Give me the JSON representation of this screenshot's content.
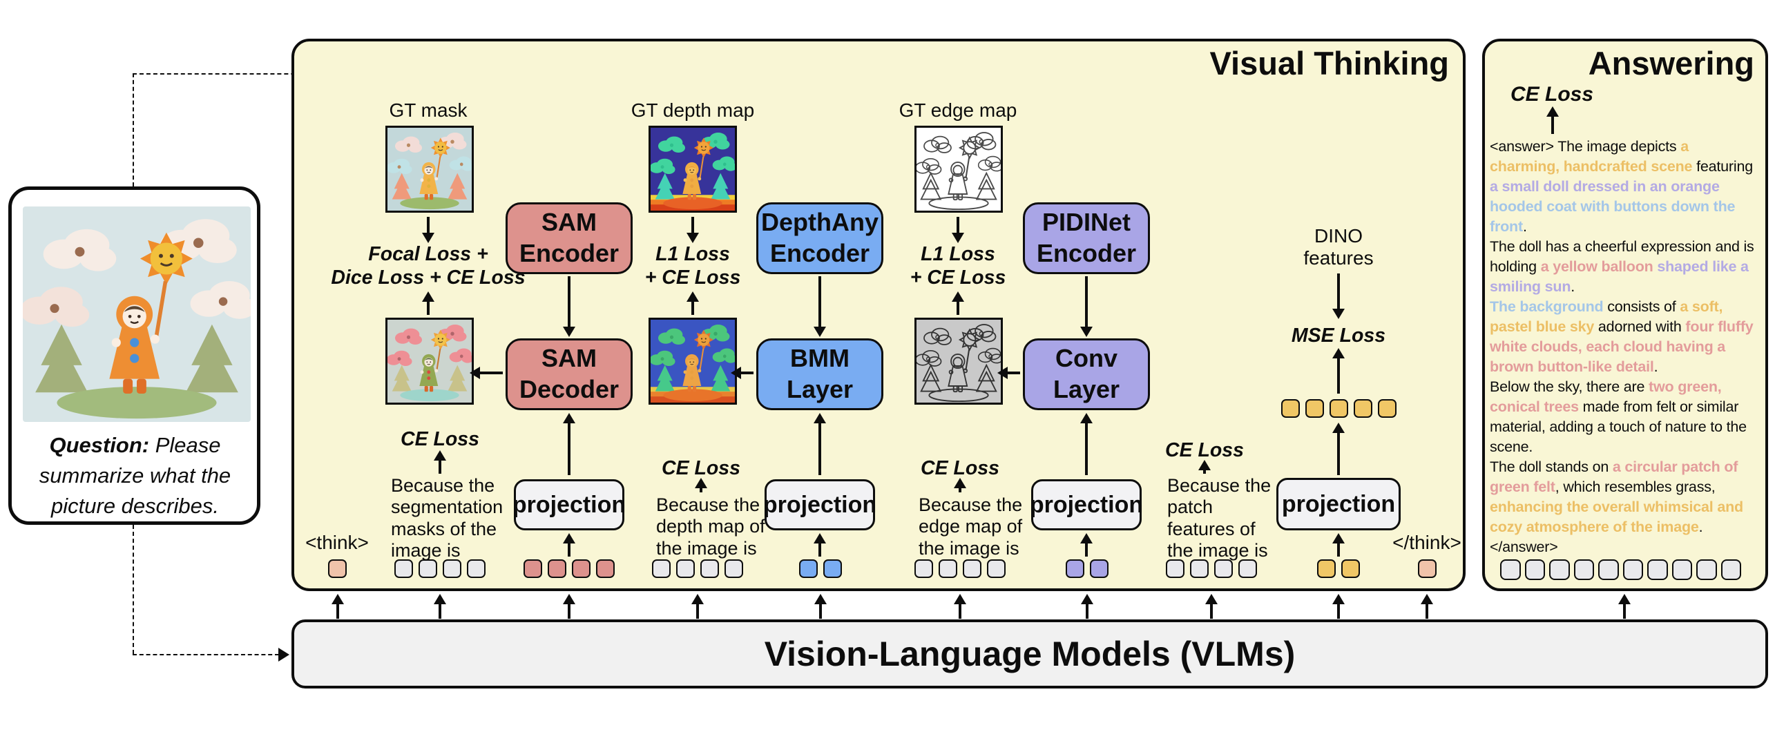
{
  "palette": {
    "panel_bg": "#f9f6d5",
    "vlm_bg": "#f1f1f1",
    "proj_bg": "#f2f2f4",
    "seg": "#dd928d",
    "depth": "#79acf2",
    "edge": "#a9a5e6",
    "dino": "#f0c766",
    "tok_gray": "#e9e9ec",
    "tok_think": "#f0c3aa",
    "hl_orange": "#ecbf65",
    "hl_lavender": "#b3aae4",
    "hl_blue": "#a4c6e8",
    "hl_pink": "#e39c9b"
  },
  "left_panel": {
    "question_label": "Question:",
    "question_rest": " Please summarize what the picture describes."
  },
  "visual_thinking": {
    "title": "Visual Thinking",
    "think_open": "<think>",
    "think_close": "</think>",
    "seg": {
      "gt_label": "GT mask",
      "gt_loss_lines": [
        "Focal Loss +",
        "Dice Loss + CE Loss"
      ],
      "encoder_lines": [
        "SAM",
        "Encoder"
      ],
      "decoder_lines": [
        "SAM",
        "Decoder"
      ],
      "projection": "projection",
      "ce": "CE Loss",
      "because_lines": [
        "Because the",
        "segmentation",
        "masks of the",
        "image is"
      ]
    },
    "depth": {
      "gt_label": "GT depth map",
      "gt_loss_lines": [
        "L1 Loss",
        "+ CE Loss"
      ],
      "encoder_lines": [
        "DepthAny",
        "Encoder"
      ],
      "decoder_lines": [
        "BMM",
        "Layer"
      ],
      "projection": "projection",
      "ce": "CE Loss",
      "because_lines": [
        "Because the",
        "depth map of",
        "the image is"
      ]
    },
    "edge": {
      "gt_label": "GT edge map",
      "gt_loss_lines": [
        "L1 Loss",
        "+ CE Loss"
      ],
      "encoder_lines": [
        "PIDINet",
        "Encoder"
      ],
      "decoder_lines": [
        "Conv",
        "Layer"
      ],
      "projection": "projection",
      "ce": "CE Loss",
      "because_lines": [
        "Because the",
        "edge map of",
        "the image is"
      ]
    },
    "patch": {
      "ce": "CE Loss",
      "because_lines": [
        "Because the",
        "patch",
        "features of",
        "the image is"
      ]
    },
    "dino": {
      "features_lines": [
        "DINO",
        "features"
      ],
      "mse": "MSE Loss",
      "projection": "projection"
    }
  },
  "answering": {
    "title": "Answering",
    "ce": "CE Loss",
    "paragraphs": [
      [
        {
          "t": "<answer> The image depicts ",
          "c": "k"
        },
        {
          "t": "a charming, handcrafted scene",
          "c": "o"
        },
        {
          "t": " featuring ",
          "c": "k"
        },
        {
          "t": "a small doll dressed in an orange ",
          "c": "l"
        },
        {
          "t": "hooded coat with buttons down the front",
          "c": "b"
        },
        {
          "t": ".",
          "c": "k"
        }
      ],
      [
        {
          "t": "The doll has a cheerful expression and is holding ",
          "c": "k"
        },
        {
          "t": "a yellow balloon",
          "c": "p"
        },
        {
          "t": " shaped like a smiling sun",
          "c": "l"
        },
        {
          "t": ".",
          "c": "k"
        }
      ],
      [
        {
          "t": "The background",
          "c": "b"
        },
        {
          "t": " consists of ",
          "c": "k"
        },
        {
          "t": "a soft, pastel blue sky",
          "c": "o"
        },
        {
          "t": " adorned with ",
          "c": "k"
        },
        {
          "t": "four fluffy white clouds, each cloud having a brown button-like detail",
          "c": "p"
        },
        {
          "t": ".",
          "c": "k"
        }
      ],
      [
        {
          "t": "Below the sky, there are ",
          "c": "k"
        },
        {
          "t": "two green, conical trees",
          "c": "p"
        },
        {
          "t": " made from felt or similar material, adding a touch of nature to the scene.",
          "c": "k"
        }
      ],
      [
        {
          "t": "The doll stands on ",
          "c": "k"
        },
        {
          "t": "a circular patch of green felt",
          "c": "p"
        },
        {
          "t": ", which resembles grass, ",
          "c": "k"
        },
        {
          "t": "enhancing the overall whimsical and cozy atmosphere of the image",
          "c": "o"
        },
        {
          "t": ".",
          "c": "k"
        }
      ],
      [
        {
          "t": "</answer>",
          "c": "k"
        }
      ]
    ]
  },
  "vlm": {
    "label": "Vision-Language Models (VLMs)"
  },
  "tokens": {
    "bottom": [
      {
        "color": "think",
        "count": 1
      },
      {
        "color": "gray",
        "count": 4
      },
      {
        "color": "seg",
        "count": 4
      },
      {
        "color": "gray",
        "count": 4
      },
      {
        "color": "depth",
        "count": 2
      },
      {
        "color": "gray",
        "count": 4
      },
      {
        "color": "edge",
        "count": 2
      },
      {
        "color": "gray",
        "count": 4
      },
      {
        "color": "dino",
        "count": 2
      },
      {
        "color": "think",
        "count": 1
      }
    ],
    "dino_row": {
      "color": "dino",
      "count": 5
    },
    "answer_row": {
      "color": "gray",
      "count": 10
    }
  }
}
